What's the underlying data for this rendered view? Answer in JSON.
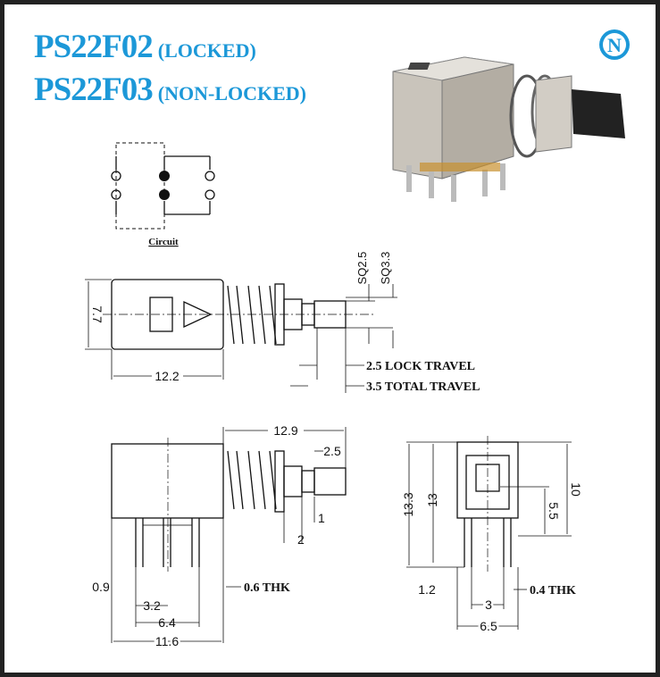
{
  "titles": [
    {
      "model": "PS22F02",
      "kind": "(LOCKED)"
    },
    {
      "model": "PS22F03",
      "kind": "(NON-LOCKED)"
    }
  ],
  "logo": {
    "letter": "N",
    "color": "#1c98d8"
  },
  "circuit": {
    "label": "Circuit"
  },
  "top_view": {
    "height": "7.7",
    "length": "12.2",
    "sq1": "SQ2.5",
    "sq2": "SQ3.3",
    "lock_travel": "2.5 LOCK TRAVEL",
    "total_travel": "3.5 TOTAL TRAVEL"
  },
  "side_view": {
    "overall": "12.9",
    "button": "2.5",
    "d1": "1",
    "d2": "2",
    "pin_w": "0.9",
    "thk": "0.6 THK",
    "p1": "3.2",
    "p2": "6.4",
    "width": "11.6"
  },
  "front_view": {
    "h1": "13.3",
    "h2": "13",
    "h3": "10",
    "h4": "5.5",
    "pin_w": "1.2",
    "thk": "0.4 THK",
    "p1": "3",
    "width": "6.5"
  },
  "colors": {
    "title": "#1c98d8",
    "border": "#222222"
  }
}
